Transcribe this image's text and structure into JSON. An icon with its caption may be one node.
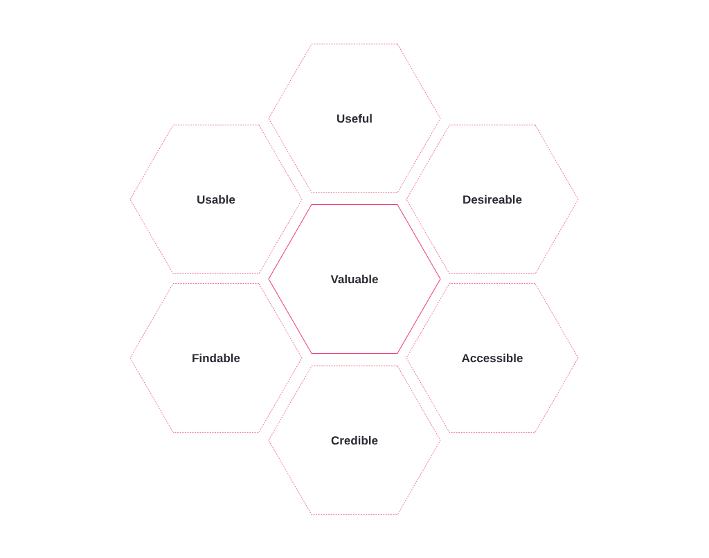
{
  "diagram": {
    "nodes": [
      {
        "text": [
          "Useful"
        ]
      },
      {
        "text": [
          "Usable"
        ]
      },
      {
        "text": [
          "Desireable"
        ]
      },
      {
        "text": [
          "Valuable"
        ]
      },
      {
        "text": [
          "Findable"
        ]
      },
      {
        "text": [
          "Accessible"
        ]
      },
      {
        "text": [
          "Credible"
        ]
      }
    ]
  }
}
